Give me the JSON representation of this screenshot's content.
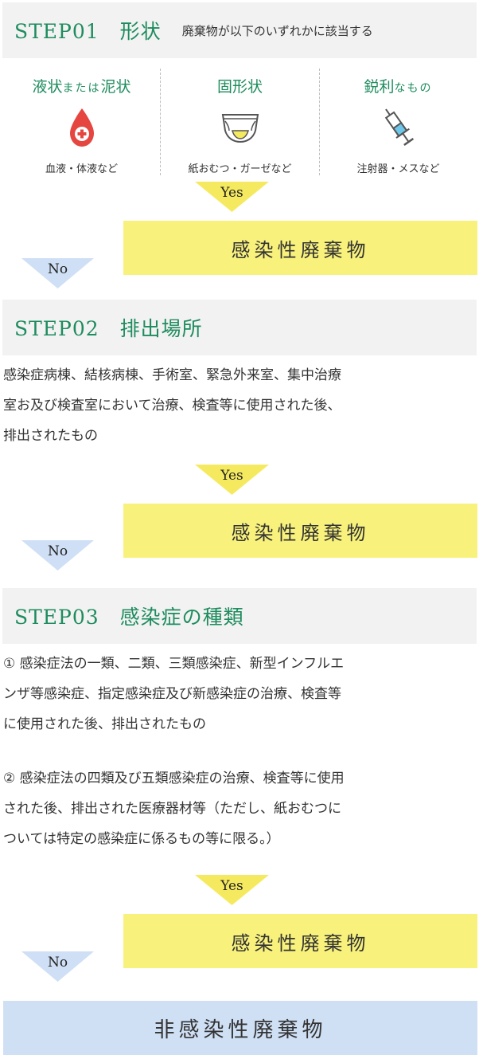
{
  "step1": {
    "title": "STEP01　形状",
    "subtitle": "廃棄物が以下のいずれかに該当する",
    "categories": [
      {
        "title": "液状または泥状",
        "title_main": "液状",
        "title_small": "または",
        "title_end": "泥状",
        "caption": "血液・体液など",
        "icon": "blood-drop-icon"
      },
      {
        "title": "固形状",
        "caption": "紙おむつ・ガーゼなど",
        "icon": "diaper-icon"
      },
      {
        "title": "鋭利なもの",
        "title_main": "鋭利",
        "title_small": "なもの",
        "caption": "注射器・メスなど",
        "icon": "syringe-icon"
      }
    ]
  },
  "step2": {
    "title": "STEP02　排出場所",
    "lines": [
      "感染症病棟、結核病棟、手術室、緊急外来室、集中治療",
      "室お及び検査室において治療、検査等に使用された後、",
      "排出されたもの"
    ]
  },
  "step3": {
    "title": "STEP03　感染症の種類",
    "item1_lines": [
      "① 感染症法の一類、二類、三類感染症、新型インフルエ",
      "ンザ等感染症、指定感染症及び新感染症の治療、検査等",
      "に使用された後、排出されたもの"
    ],
    "item2_lines": [
      "② 感染症法の四類及び五類感染症の治療、検査等に使用",
      "された後、排出された医療器材等（ただし、紙おむつに",
      "ついては特定の感染症に係るもの等に限る。）"
    ]
  },
  "labels": {
    "yes": "Yes",
    "no": "No"
  },
  "result": "感染性廃棄物",
  "final": "非感染性廃棄物",
  "colors": {
    "green": "#1e8c5e",
    "yellow": "#f8f27c",
    "blue": "#cfe0f5",
    "red": "#e5463f"
  }
}
